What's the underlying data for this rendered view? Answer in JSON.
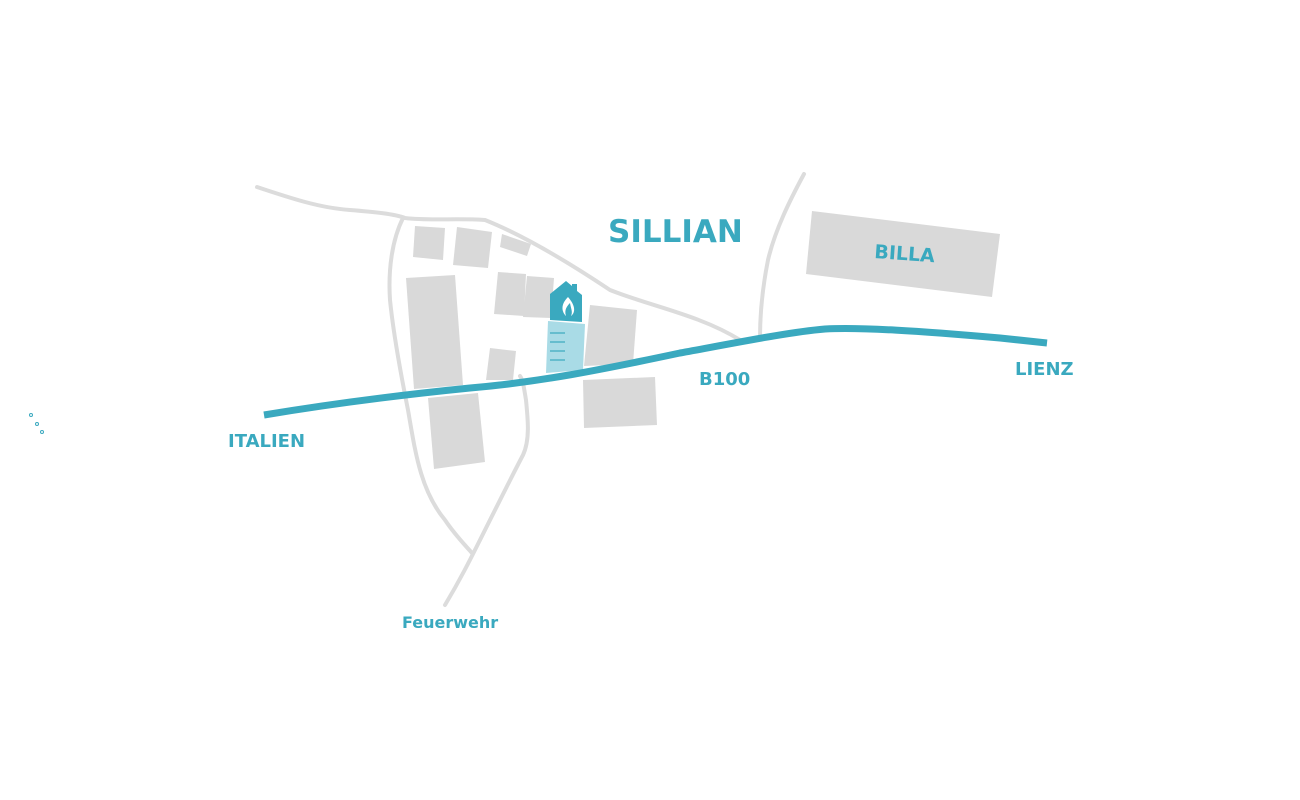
{
  "map": {
    "town_label": "SILLIAN",
    "store_label": "BILLA",
    "road_label": "B100",
    "direction_east": "LIENZ",
    "direction_west": "ITALIEN",
    "poi_south": "Feuerwehr"
  },
  "colors": {
    "accent": "#3aa9bf",
    "building": "#d9d9d9",
    "minor_road": "#dcdcdc",
    "parking": "#a9dbe6"
  },
  "icons": {
    "location_marker": "house-flame-icon",
    "loading_indicator": "loading-dots-icon"
  }
}
